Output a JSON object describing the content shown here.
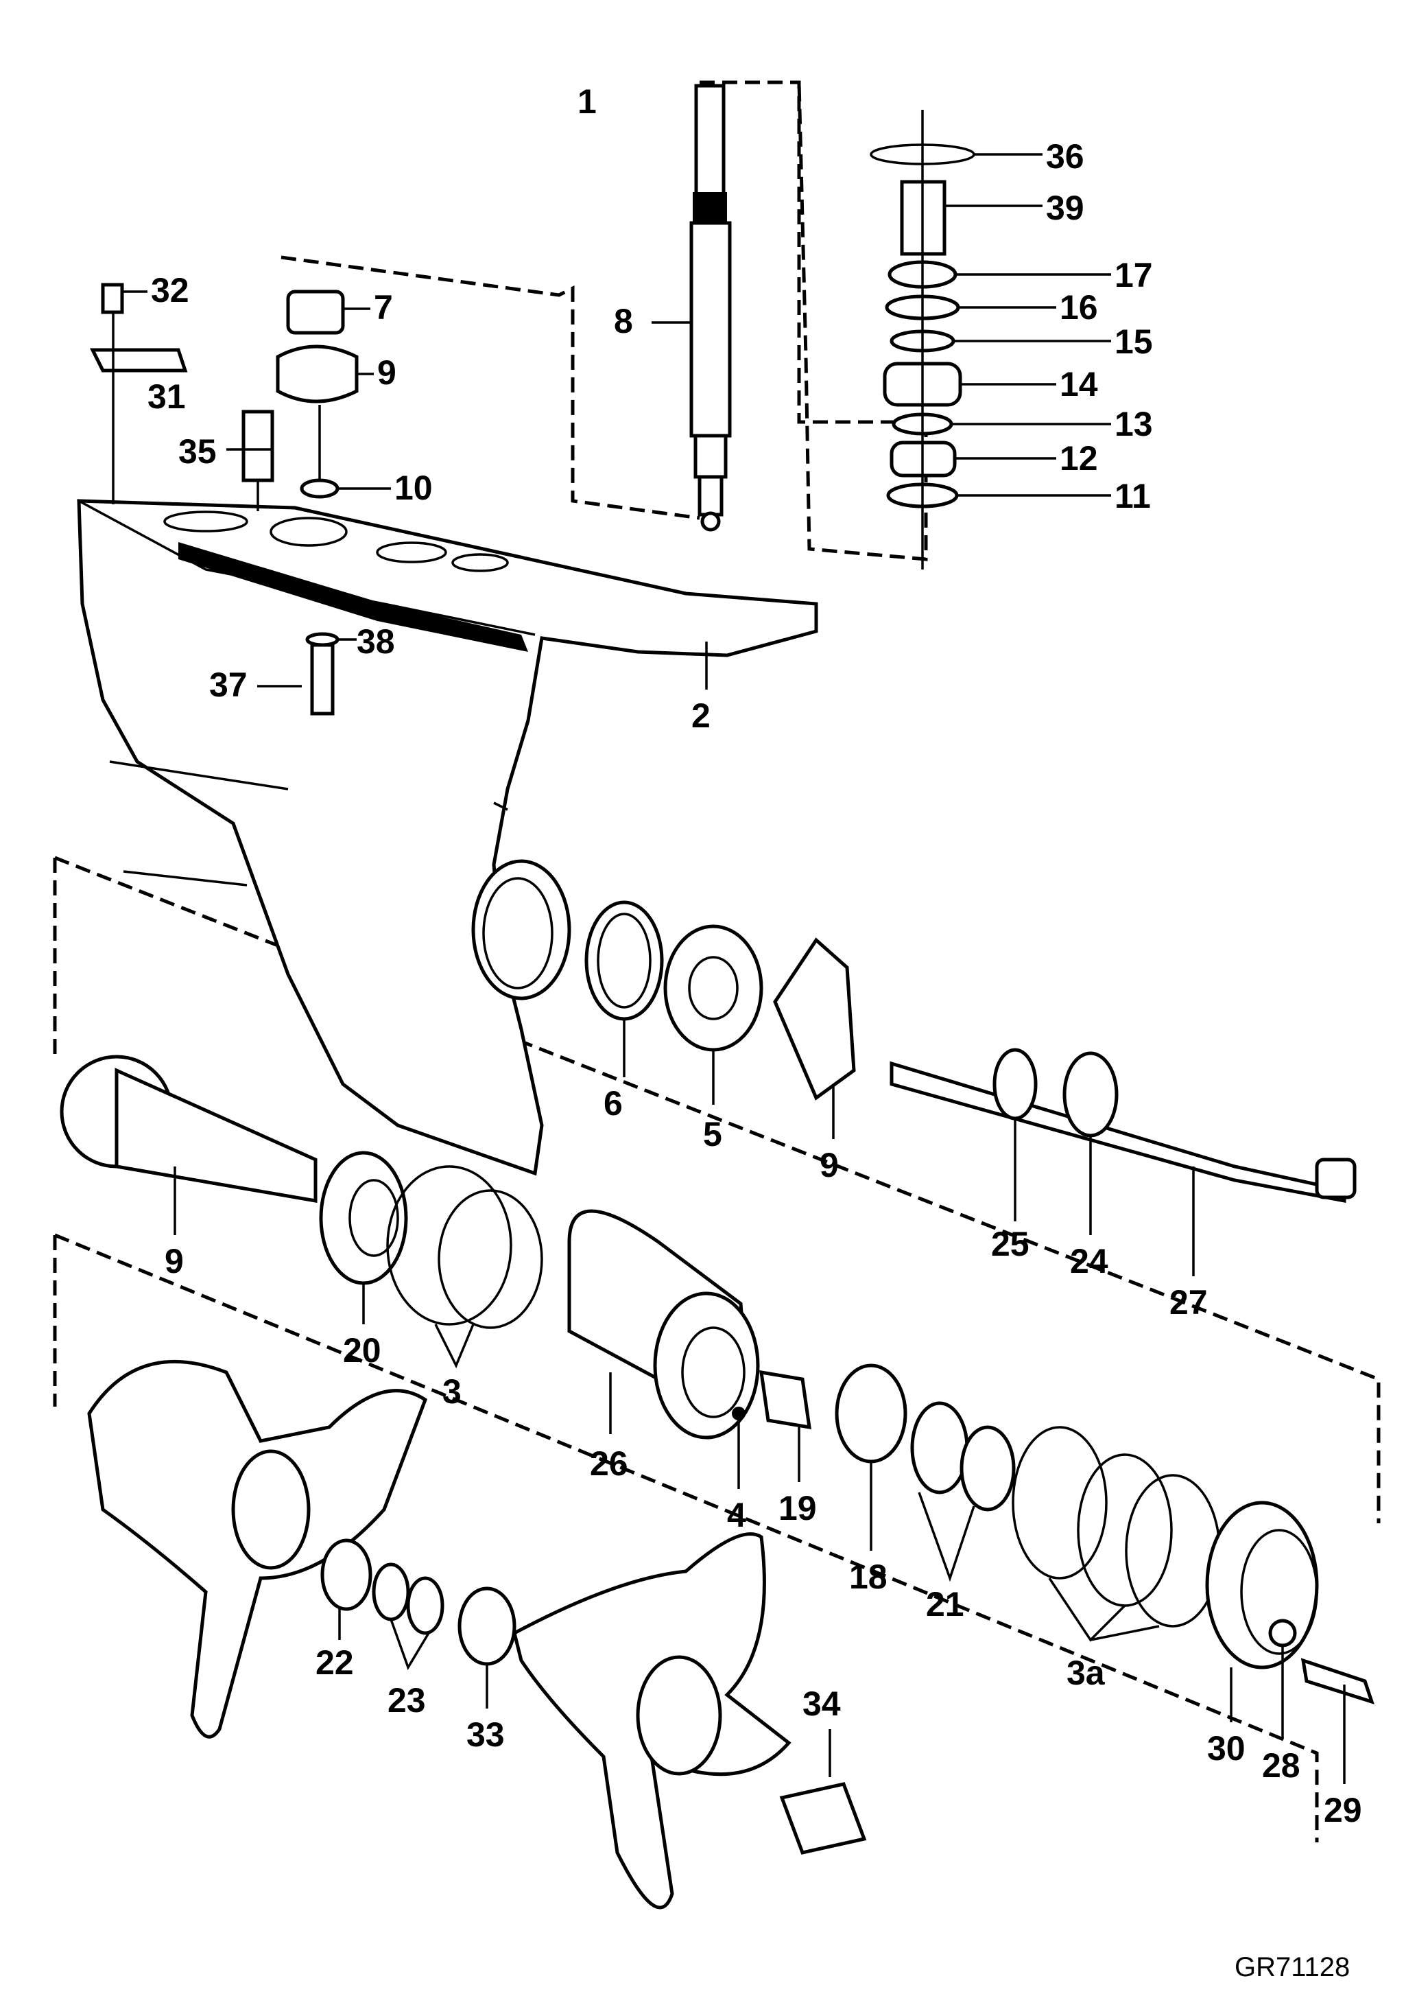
{
  "diagram": {
    "reference_code": "GR71128",
    "callouts": {
      "c1": "1",
      "c2": "2",
      "c3": "3",
      "c3a": "3a",
      "c4": "4",
      "c5": "5",
      "c6": "6",
      "c7": "7",
      "c8": "8",
      "c9_top": "9",
      "c9_mid": "9",
      "c9_left": "9",
      "c10": "10",
      "c11": "11",
      "c12": "12",
      "c13": "13",
      "c14": "14",
      "c15": "15",
      "c16": "16",
      "c17": "17",
      "c18": "18",
      "c19": "19",
      "c20": "20",
      "c21": "21",
      "c22": "22",
      "c23": "23",
      "c24": "24",
      "c25": "25",
      "c26": "26",
      "c27": "27",
      "c28": "28",
      "c29": "29",
      "c30": "30",
      "c31": "31",
      "c32": "32",
      "c33": "33",
      "c34": "34",
      "c35": "35",
      "c36": "36",
      "c37": "37",
      "c38": "38",
      "c39": "39"
    }
  }
}
